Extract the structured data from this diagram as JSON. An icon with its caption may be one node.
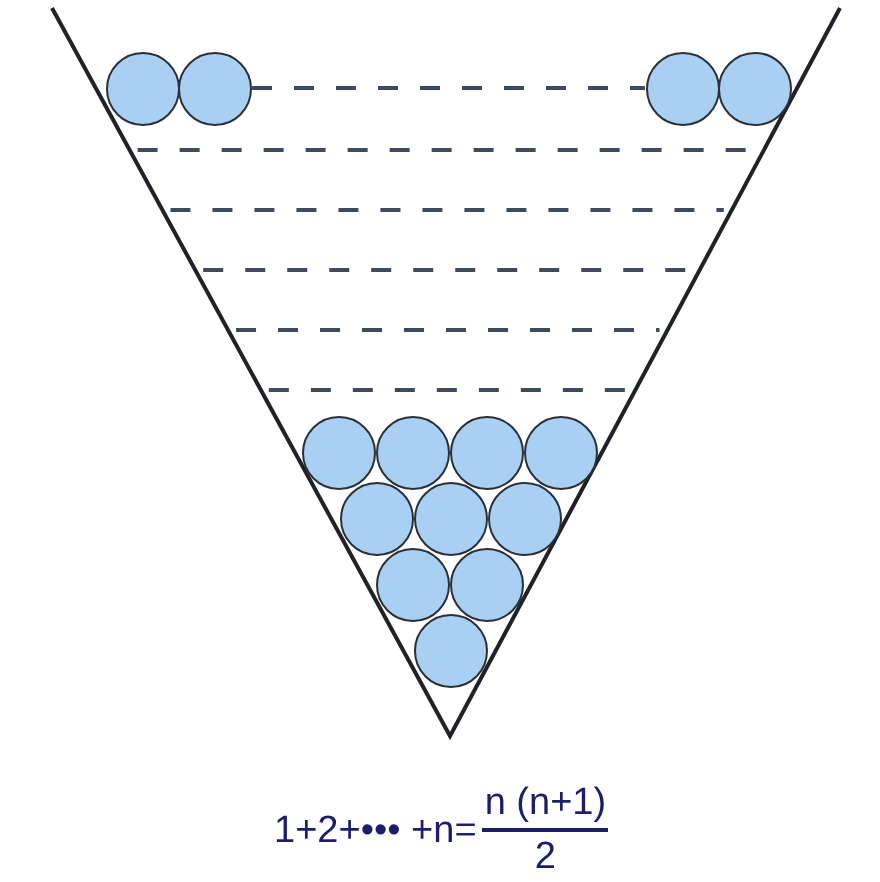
{
  "diagram": {
    "nodes": [
      {
        "text": [],
        "shape": "circle"
      },
      {
        "text": [],
        "shape": "circle"
      },
      {
        "text": [],
        "shape": "circle"
      },
      {
        "text": [],
        "shape": "circle"
      },
      {
        "text": [],
        "shape": "circle"
      },
      {
        "text": [],
        "shape": "circle"
      },
      {
        "text": [],
        "shape": "circle"
      },
      {
        "text": [],
        "shape": "circle"
      },
      {
        "text": [],
        "shape": "circle"
      },
      {
        "text": [],
        "shape": "circle"
      },
      {
        "text": [],
        "shape": "circle"
      },
      {
        "text": [],
        "shape": "circle"
      },
      {
        "text": [],
        "shape": "circle"
      },
      {
        "text": [],
        "shape": "circle"
      }
    ],
    "edges": [
      {
        "from": 1,
        "to": 2,
        "arrow": "none",
        "style": "dashed"
      }
    ],
    "labels": [
      "1+2+••• +n=",
      "n (n+1)",
      "2"
    ]
  }
}
